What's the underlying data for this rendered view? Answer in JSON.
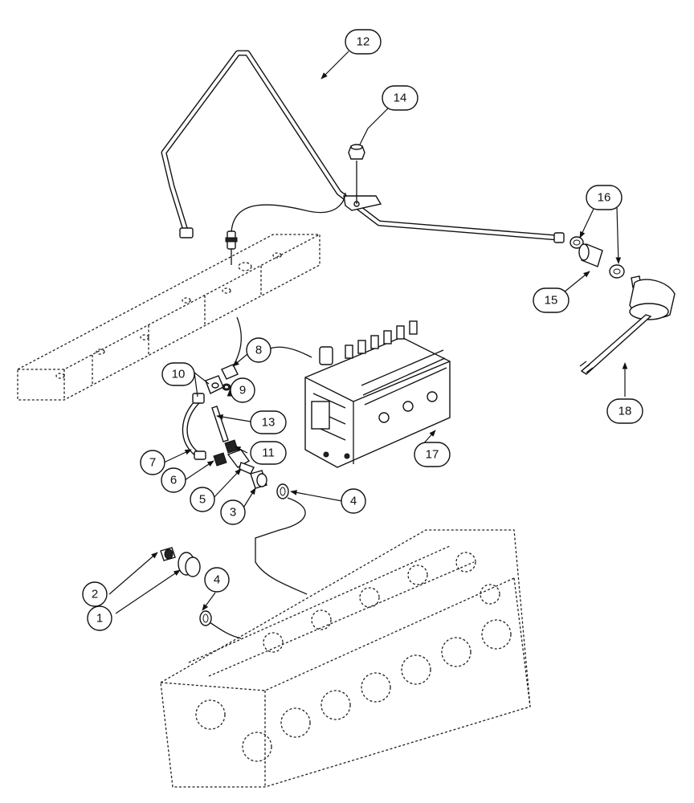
{
  "callouts": [
    {
      "id": "c1",
      "label": "1"
    },
    {
      "id": "c2",
      "label": "2"
    },
    {
      "id": "c3",
      "label": "3"
    },
    {
      "id": "c4a",
      "label": "4"
    },
    {
      "id": "c4b",
      "label": "4"
    },
    {
      "id": "c5",
      "label": "5"
    },
    {
      "id": "c6",
      "label": "6"
    },
    {
      "id": "c7",
      "label": "7"
    },
    {
      "id": "c8",
      "label": "8"
    },
    {
      "id": "c9",
      "label": "9"
    },
    {
      "id": "c10",
      "label": "10"
    },
    {
      "id": "c11",
      "label": "11"
    },
    {
      "id": "c12",
      "label": "12"
    },
    {
      "id": "c13",
      "label": "13"
    },
    {
      "id": "c14",
      "label": "14"
    },
    {
      "id": "c15",
      "label": "15"
    },
    {
      "id": "c16",
      "label": "16"
    },
    {
      "id": "c17",
      "label": "17"
    },
    {
      "id": "c18",
      "label": "18"
    }
  ],
  "colors": {
    "line": "#111111",
    "background": "#ffffff"
  }
}
